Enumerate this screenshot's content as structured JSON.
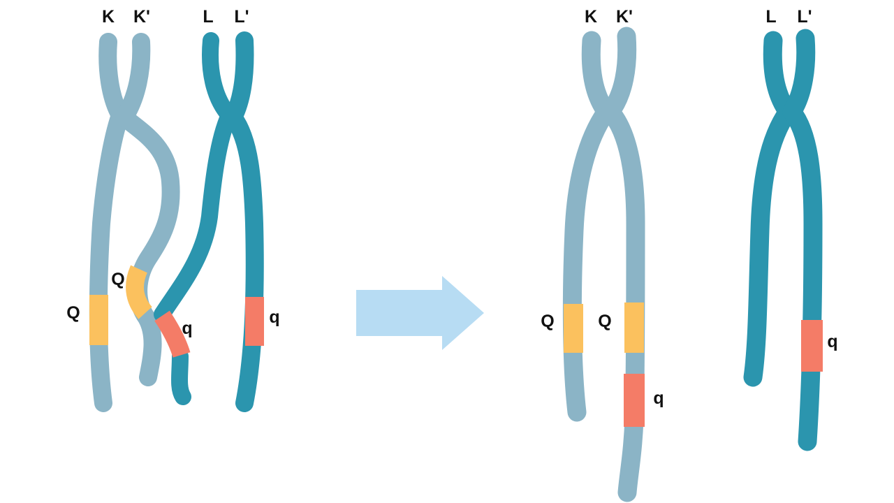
{
  "colors": {
    "chromosome_k": "#8bb4c6",
    "chromosome_l": "#2b95ae",
    "allele_big_q": "#fbc15e",
    "allele_small_q": "#f47c67",
    "arrow": "#b7dcf3"
  },
  "before": {
    "labels": {
      "k": "K",
      "k_prime": "K'",
      "l": "L",
      "l_prime": "L'"
    },
    "alleles": {
      "k_gene": "Q",
      "k_prime_gene": "Q",
      "l_gene": "q",
      "l_prime_gene": "q"
    }
  },
  "after": {
    "labels": {
      "k": "K",
      "k_prime": "K'",
      "l": "L",
      "l_prime": "L'"
    },
    "alleles": {
      "k_gene": "Q",
      "k_prime_gene": "Q",
      "k_prime_gene_small": "q",
      "l_prime_gene": "q"
    }
  }
}
